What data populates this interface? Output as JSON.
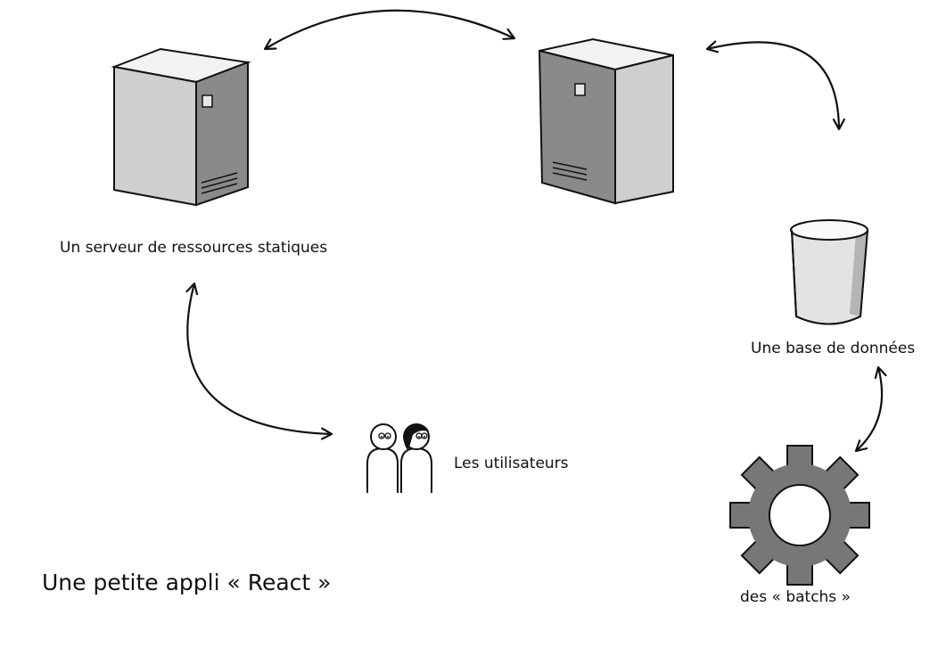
{
  "title": "Une petite appli « React »",
  "nodes": {
    "static_server": {
      "label": "Un serveur de ressources statiques",
      "icon": "server-icon"
    },
    "app_server": {
      "label": "",
      "icon": "server-icon"
    },
    "database": {
      "label": "Une base de données",
      "icon": "database-icon"
    },
    "users": {
      "label": "Les utilisateurs",
      "icon": "users-icon"
    },
    "batchs": {
      "label": "des « batchs »",
      "icon": "gear-icon"
    }
  },
  "colors": {
    "stroke": "#111111",
    "server_light": "#cfcfcf",
    "server_top": "#f2f2f2",
    "server_dark": "#8a8a8a",
    "gear": "#777777"
  }
}
